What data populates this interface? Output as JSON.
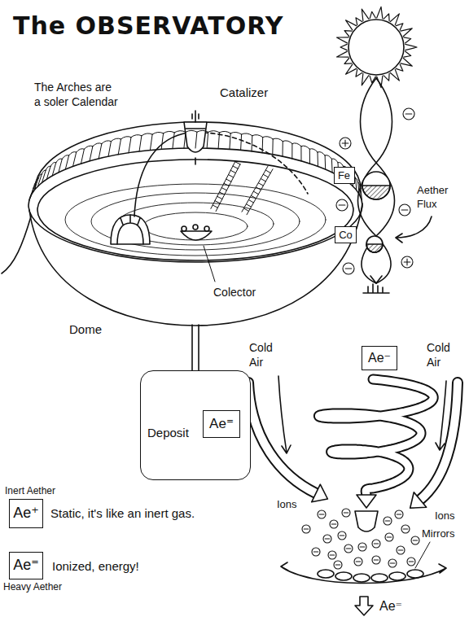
{
  "diagram": {
    "title": "The OBSERVATORY",
    "nodes": [
      {
        "text": [
          "Fe"
        ]
      },
      {
        "text": [
          "Co"
        ]
      },
      {
        "text": [
          "Ae⁻"
        ]
      },
      {
        "text": [
          "Deposit"
        ]
      },
      {
        "text": [
          "Ae⁼"
        ],
        "in": 3
      },
      {
        "text": [
          "Inert Aether",
          "Ae⁺"
        ]
      },
      {
        "text": [
          "Ae⁼",
          "Heavy Aether"
        ]
      }
    ],
    "labels": [
      "The Arches are a soler Calendar",
      "Catalizer",
      "Colector",
      "Dome",
      "Aether Flux",
      "Cold Air",
      "Cold Air",
      "Ions",
      "Ions",
      "Mirrors",
      "Ae⁼",
      "Static, it's like an inert gas.",
      "Ionized, energy!"
    ]
  }
}
